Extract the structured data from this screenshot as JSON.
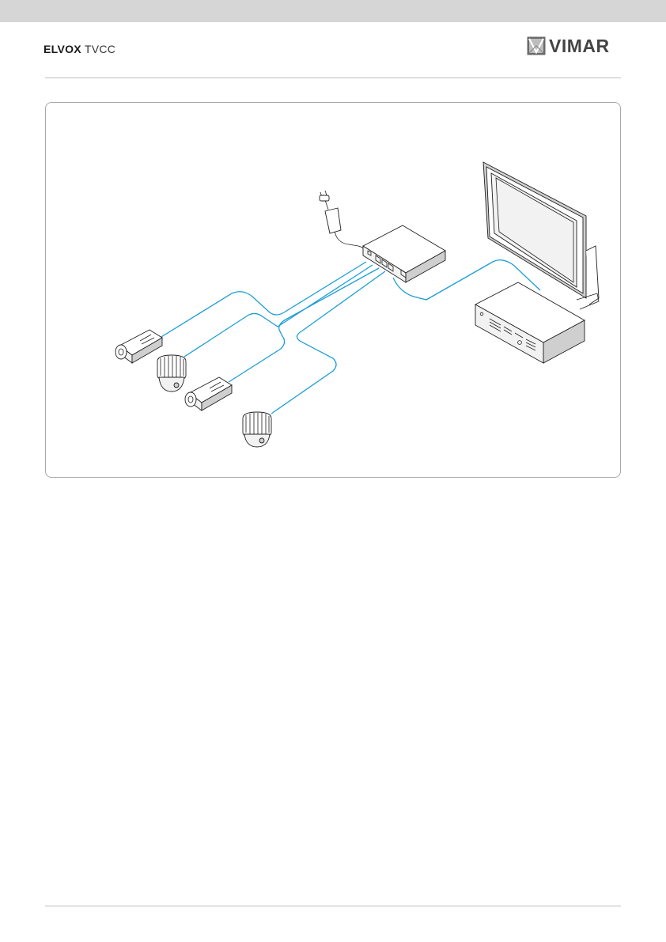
{
  "header": {
    "brand_bold": "ELVOX",
    "brand_light": "TVCC",
    "logo_text": "VIMAR"
  },
  "figure": {
    "icons": [
      "vimar-logo-icon",
      "power-plug-icon",
      "network-switch-icon",
      "monitor-icon",
      "nvr-recorder-icon",
      "bullet-camera-icon",
      "dome-camera-icon"
    ],
    "colors": {
      "cable": "#1b9ed6",
      "line_art": "#1f1f1f",
      "frame": "#a8a8a8",
      "top_band": "#d6d6d6"
    }
  }
}
